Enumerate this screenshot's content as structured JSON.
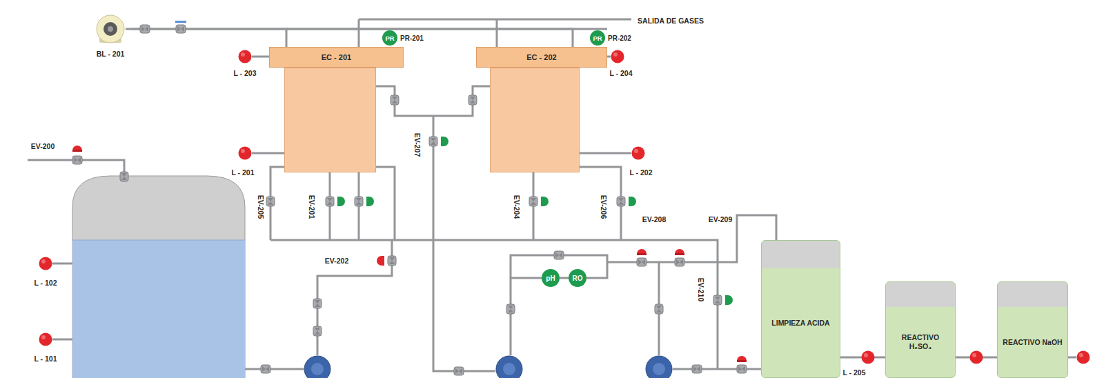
{
  "diagram": {
    "nodes": [
      {
        "text": [
          "BL - 201"
        ]
      },
      {
        "text": [
          "PR",
          "PR-201"
        ]
      },
      {
        "text": [
          "PR",
          "PR-202"
        ]
      },
      {
        "text": [
          "EC - 201"
        ]
      },
      {
        "text": [
          "EC - 202"
        ]
      },
      {
        "text": [
          "pH"
        ]
      },
      {
        "text": [
          "RO"
        ]
      },
      {
        "text": [
          "LIMPIEZA ACIDA"
        ]
      },
      {
        "text": [
          "REACTIVO H₂SO₄"
        ]
      },
      {
        "text": [
          "REACTIVO NaOH"
        ]
      }
    ],
    "edges": [
      {
        "from": 0,
        "to": 3,
        "arrow": "none"
      },
      {
        "from": 0,
        "to": 4,
        "arrow": "none"
      },
      {
        "from": 5,
        "to": 6,
        "arrow": "none"
      },
      {
        "from": 7,
        "to": 8,
        "arrow": "none"
      },
      {
        "from": 8,
        "to": 9,
        "arrow": "none"
      }
    ],
    "labels": [
      "SALIDA DE GASES",
      "L - 203",
      "L - 204",
      "L - 201",
      "L - 202",
      "EV-200",
      "L - 102",
      "L - 101",
      "EV-205",
      "EV-201",
      "EV-207",
      "EV-204",
      "EV-206",
      "EV-202",
      "EV-208",
      "EV-209",
      "EV-210",
      "L - 205"
    ]
  }
}
